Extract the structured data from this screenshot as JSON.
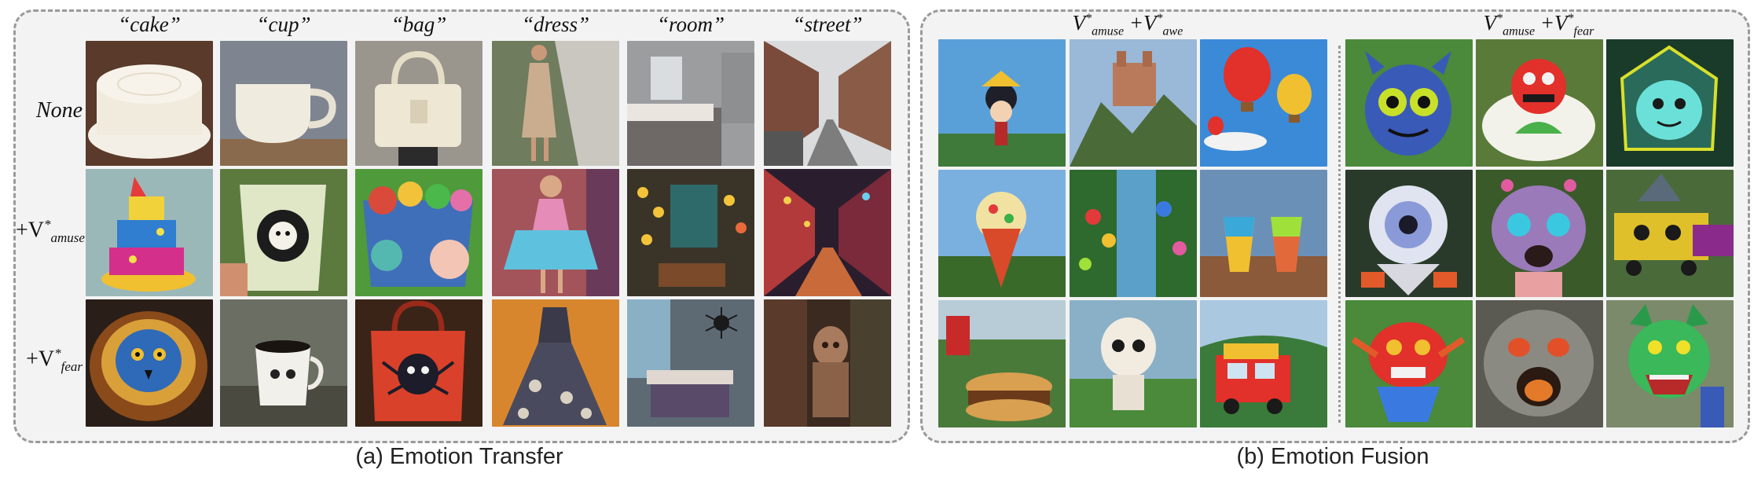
{
  "transfer": {
    "columns": [
      "“cake”",
      "“cup”",
      "“bag”",
      "“dress”",
      "“room”",
      "“street”"
    ],
    "rows": [
      {
        "label": "None"
      },
      {
        "prefix": "+V",
        "sub": "amuse",
        "sup": "*"
      },
      {
        "prefix": "+V",
        "sub": "fear",
        "sup": "*"
      }
    ],
    "caption": "(a) Emotion Transfer"
  },
  "fusion": {
    "groups": [
      {
        "first_sub": "amuse",
        "second_sub": "awe",
        "plus": "+",
        "v": "V",
        "star": "*"
      },
      {
        "first_sub": "amuse",
        "second_sub": "fear",
        "plus": "+",
        "v": "V",
        "star": "*"
      }
    ],
    "caption": "(b) Emotion Fusion"
  },
  "colors": {
    "panel_bg": "#f3f3f3",
    "panel_border": "#9a9a9a"
  }
}
